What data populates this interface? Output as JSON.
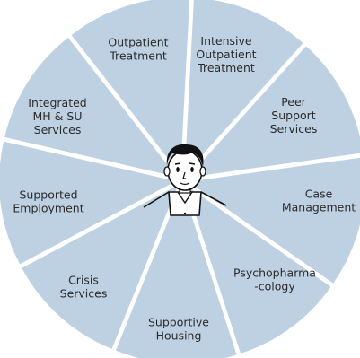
{
  "colors": {
    "segment_fill": "#bed1e3",
    "background": "#ffffff",
    "label_text": "#2b2b2b",
    "figure_line": "#111111"
  },
  "center": {
    "icon": "person-icon"
  },
  "segments": [
    {
      "lines": [
        "Intensive",
        "Outpatient",
        "Treatment"
      ]
    },
    {
      "lines": [
        "Peer",
        "Support",
        "Services"
      ]
    },
    {
      "lines": [
        "Case",
        "Management"
      ]
    },
    {
      "lines": [
        "Psychopharma",
        "-cology"
      ]
    },
    {
      "lines": [
        "Supportive",
        "Housing"
      ]
    },
    {
      "lines": [
        "Crisis",
        "Services"
      ]
    },
    {
      "lines": [
        "Supported",
        "Employment"
      ]
    },
    {
      "lines": [
        "Integrated",
        "MH & SU",
        "Services"
      ]
    },
    {
      "lines": [
        "Outpatient",
        "Treatment"
      ]
    }
  ]
}
